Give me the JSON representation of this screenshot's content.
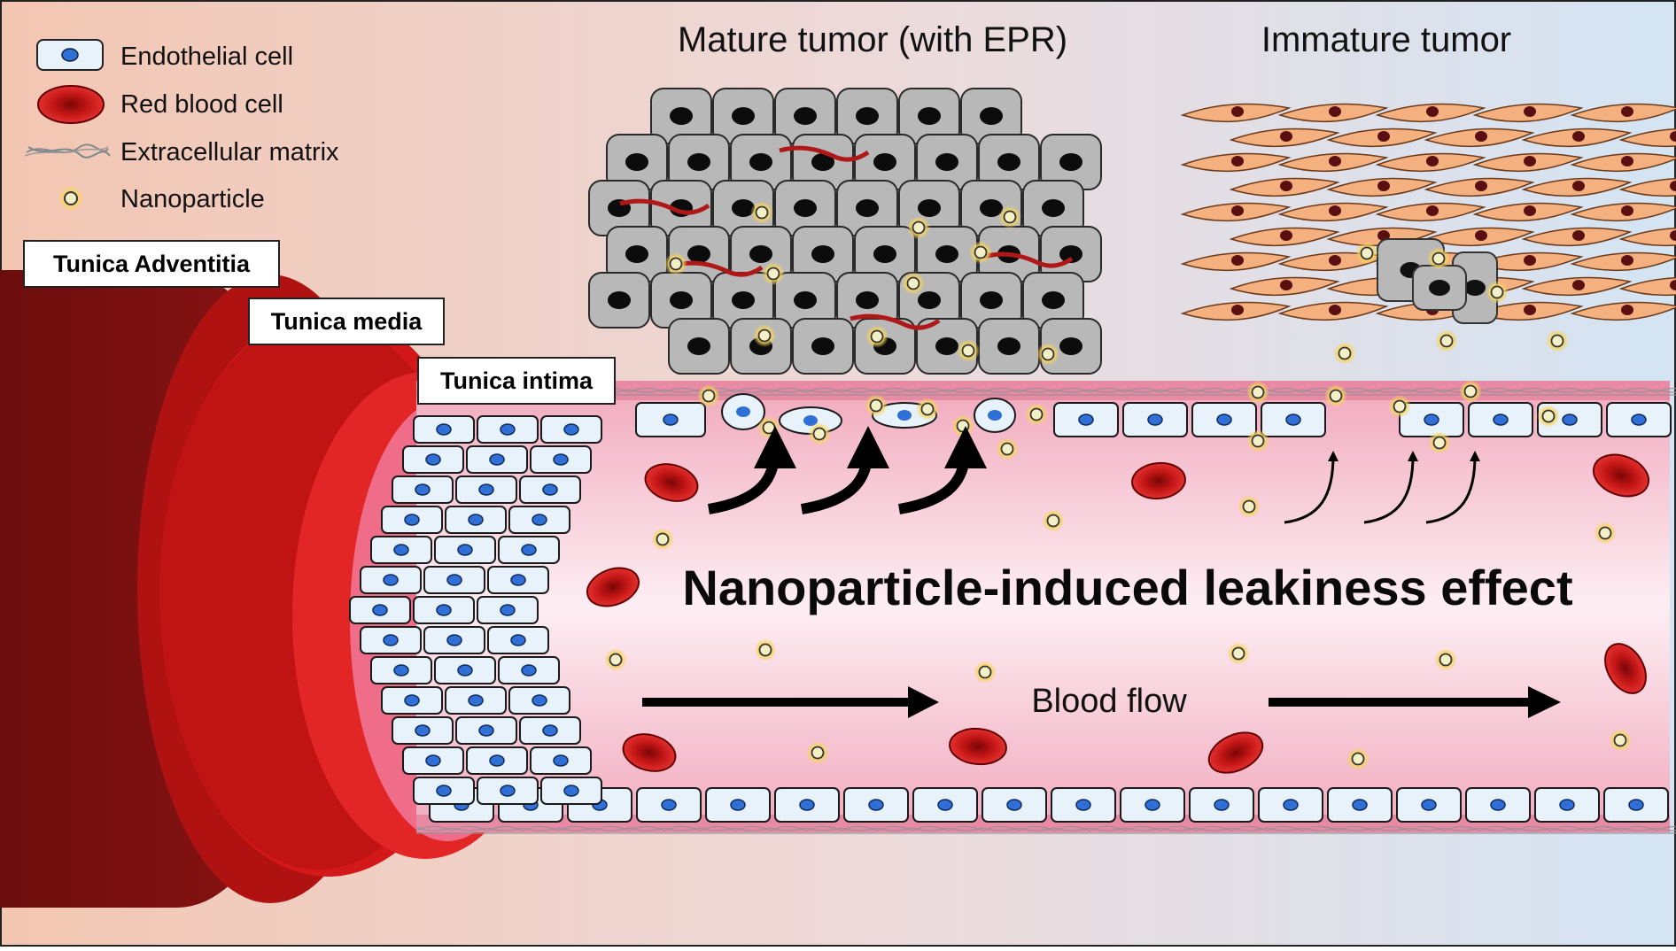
{
  "legend": {
    "items": [
      {
        "icon": "endothelial-cell-icon",
        "label": "Endothelial cell"
      },
      {
        "icon": "red-blood-cell-icon",
        "label": "Red blood cell"
      },
      {
        "icon": "extracellular-matrix-icon",
        "label": "Extracellular matrix"
      },
      {
        "icon": "nanoparticle-icon",
        "label": "Nanoparticle"
      }
    ]
  },
  "titles": {
    "mature": "Mature tumor (with EPR)",
    "immature": "Immature tumor"
  },
  "layers": {
    "adventitia": "Tunica Adventitia",
    "media": "Tunica media",
    "intima": "Tunica intima"
  },
  "vessel": {
    "effect_label": "Nanoparticle-induced leakiness effect",
    "flow_label": "Blood flow"
  },
  "colors": {
    "adventitia": "#7a0f0f",
    "media": "#c81414",
    "lumen": "#f3b5c8",
    "endothelial_fill": "#e8f2fb",
    "nucleus": "#2f6fd6",
    "rbc": "#c81818",
    "tumor_cell": "#b8b8b8",
    "stromal_cell": "#f4b07f",
    "nanoparticle": "#f3f0c8",
    "nanoparticle_glow": "#f5d35a"
  }
}
